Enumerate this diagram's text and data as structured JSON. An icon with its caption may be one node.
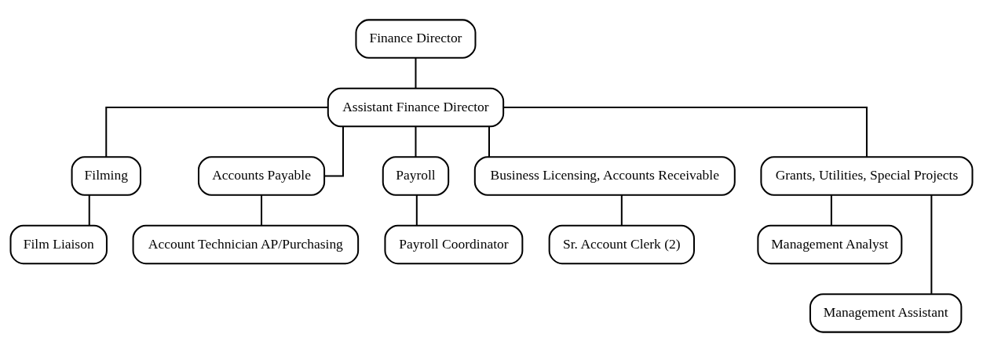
{
  "diagram": {
    "nodes": [
      {
        "text": [
          "Finance Director"
        ]
      },
      {
        "text": [
          "Assistant Finance Director"
        ]
      },
      {
        "text": [
          "Filming"
        ]
      },
      {
        "text": [
          "Accounts Payable"
        ]
      },
      {
        "text": [
          "Payroll"
        ]
      },
      {
        "text": [
          "Business Licensing, Accounts Receivable"
        ]
      },
      {
        "text": [
          "Grants, Utilities, Special Projects"
        ]
      },
      {
        "text": [
          "Film Liaison"
        ]
      },
      {
        "text": [
          "Account Technician AP/Purchasing"
        ]
      },
      {
        "text": [
          "Payroll Coordinator"
        ]
      },
      {
        "text": [
          "Sr. Account Clerk (2)"
        ]
      },
      {
        "text": [
          "Management Analyst"
        ]
      },
      {
        "text": [
          "Management Assistant"
        ]
      }
    ],
    "edges": [
      {
        "from": 0,
        "to": 1,
        "arrow": "none"
      },
      {
        "from": 1,
        "to": 2,
        "arrow": "none"
      },
      {
        "from": 1,
        "to": 3,
        "arrow": "none"
      },
      {
        "from": 1,
        "to": 4,
        "arrow": "none"
      },
      {
        "from": 1,
        "to": 5,
        "arrow": "none"
      },
      {
        "from": 1,
        "to": 6,
        "arrow": "none"
      },
      {
        "from": 2,
        "to": 7,
        "arrow": "none"
      },
      {
        "from": 3,
        "to": 8,
        "arrow": "none"
      },
      {
        "from": 4,
        "to": 9,
        "arrow": "none"
      },
      {
        "from": 5,
        "to": 10,
        "arrow": "none"
      },
      {
        "from": 6,
        "to": 11,
        "arrow": "none"
      },
      {
        "from": 6,
        "to": 12,
        "arrow": "none"
      }
    ]
  }
}
